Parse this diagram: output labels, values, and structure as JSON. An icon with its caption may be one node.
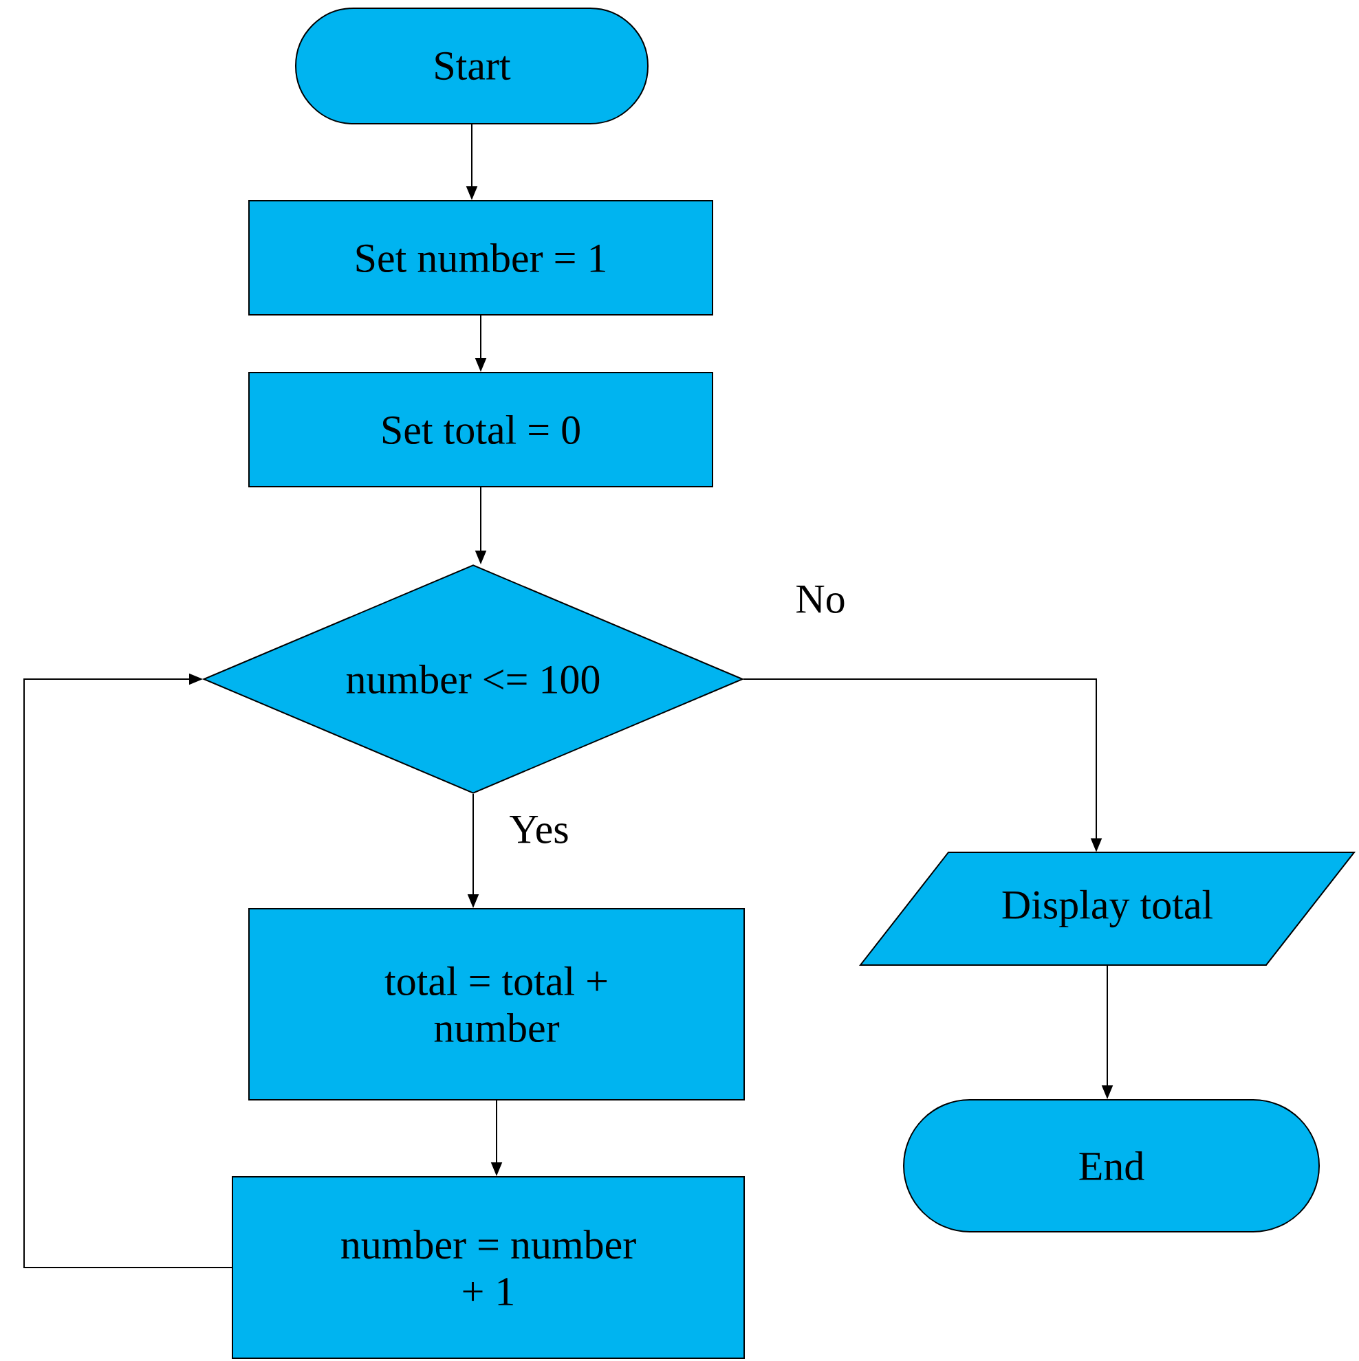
{
  "diagram": {
    "nodes": [
      {
        "text": [
          "Start"
        ]
      },
      {
        "text": [
          "Set number = 1"
        ]
      },
      {
        "text": [
          "Set total = 0"
        ]
      },
      {
        "text": [
          "number <= 100"
        ]
      },
      {
        "text": [
          "total = total + number"
        ]
      },
      {
        "text": [
          "number = number + 1"
        ]
      },
      {
        "text": [
          "Display total"
        ]
      },
      {
        "text": [
          "End"
        ]
      }
    ],
    "edges": [
      {
        "from": 0,
        "to": 1,
        "arrow": "to"
      },
      {
        "from": 1,
        "to": 2,
        "arrow": "to"
      },
      {
        "from": 2,
        "to": 3,
        "arrow": "to"
      },
      {
        "from": 3,
        "to": 4,
        "arrow": "to",
        "label": "Yes"
      },
      {
        "from": 3,
        "to": 6,
        "arrow": "to",
        "label": "No"
      },
      {
        "from": 4,
        "to": 5,
        "arrow": "to"
      },
      {
        "from": 5,
        "to": 3,
        "arrow": "to"
      },
      {
        "from": 6,
        "to": 7,
        "arrow": "to"
      }
    ]
  }
}
